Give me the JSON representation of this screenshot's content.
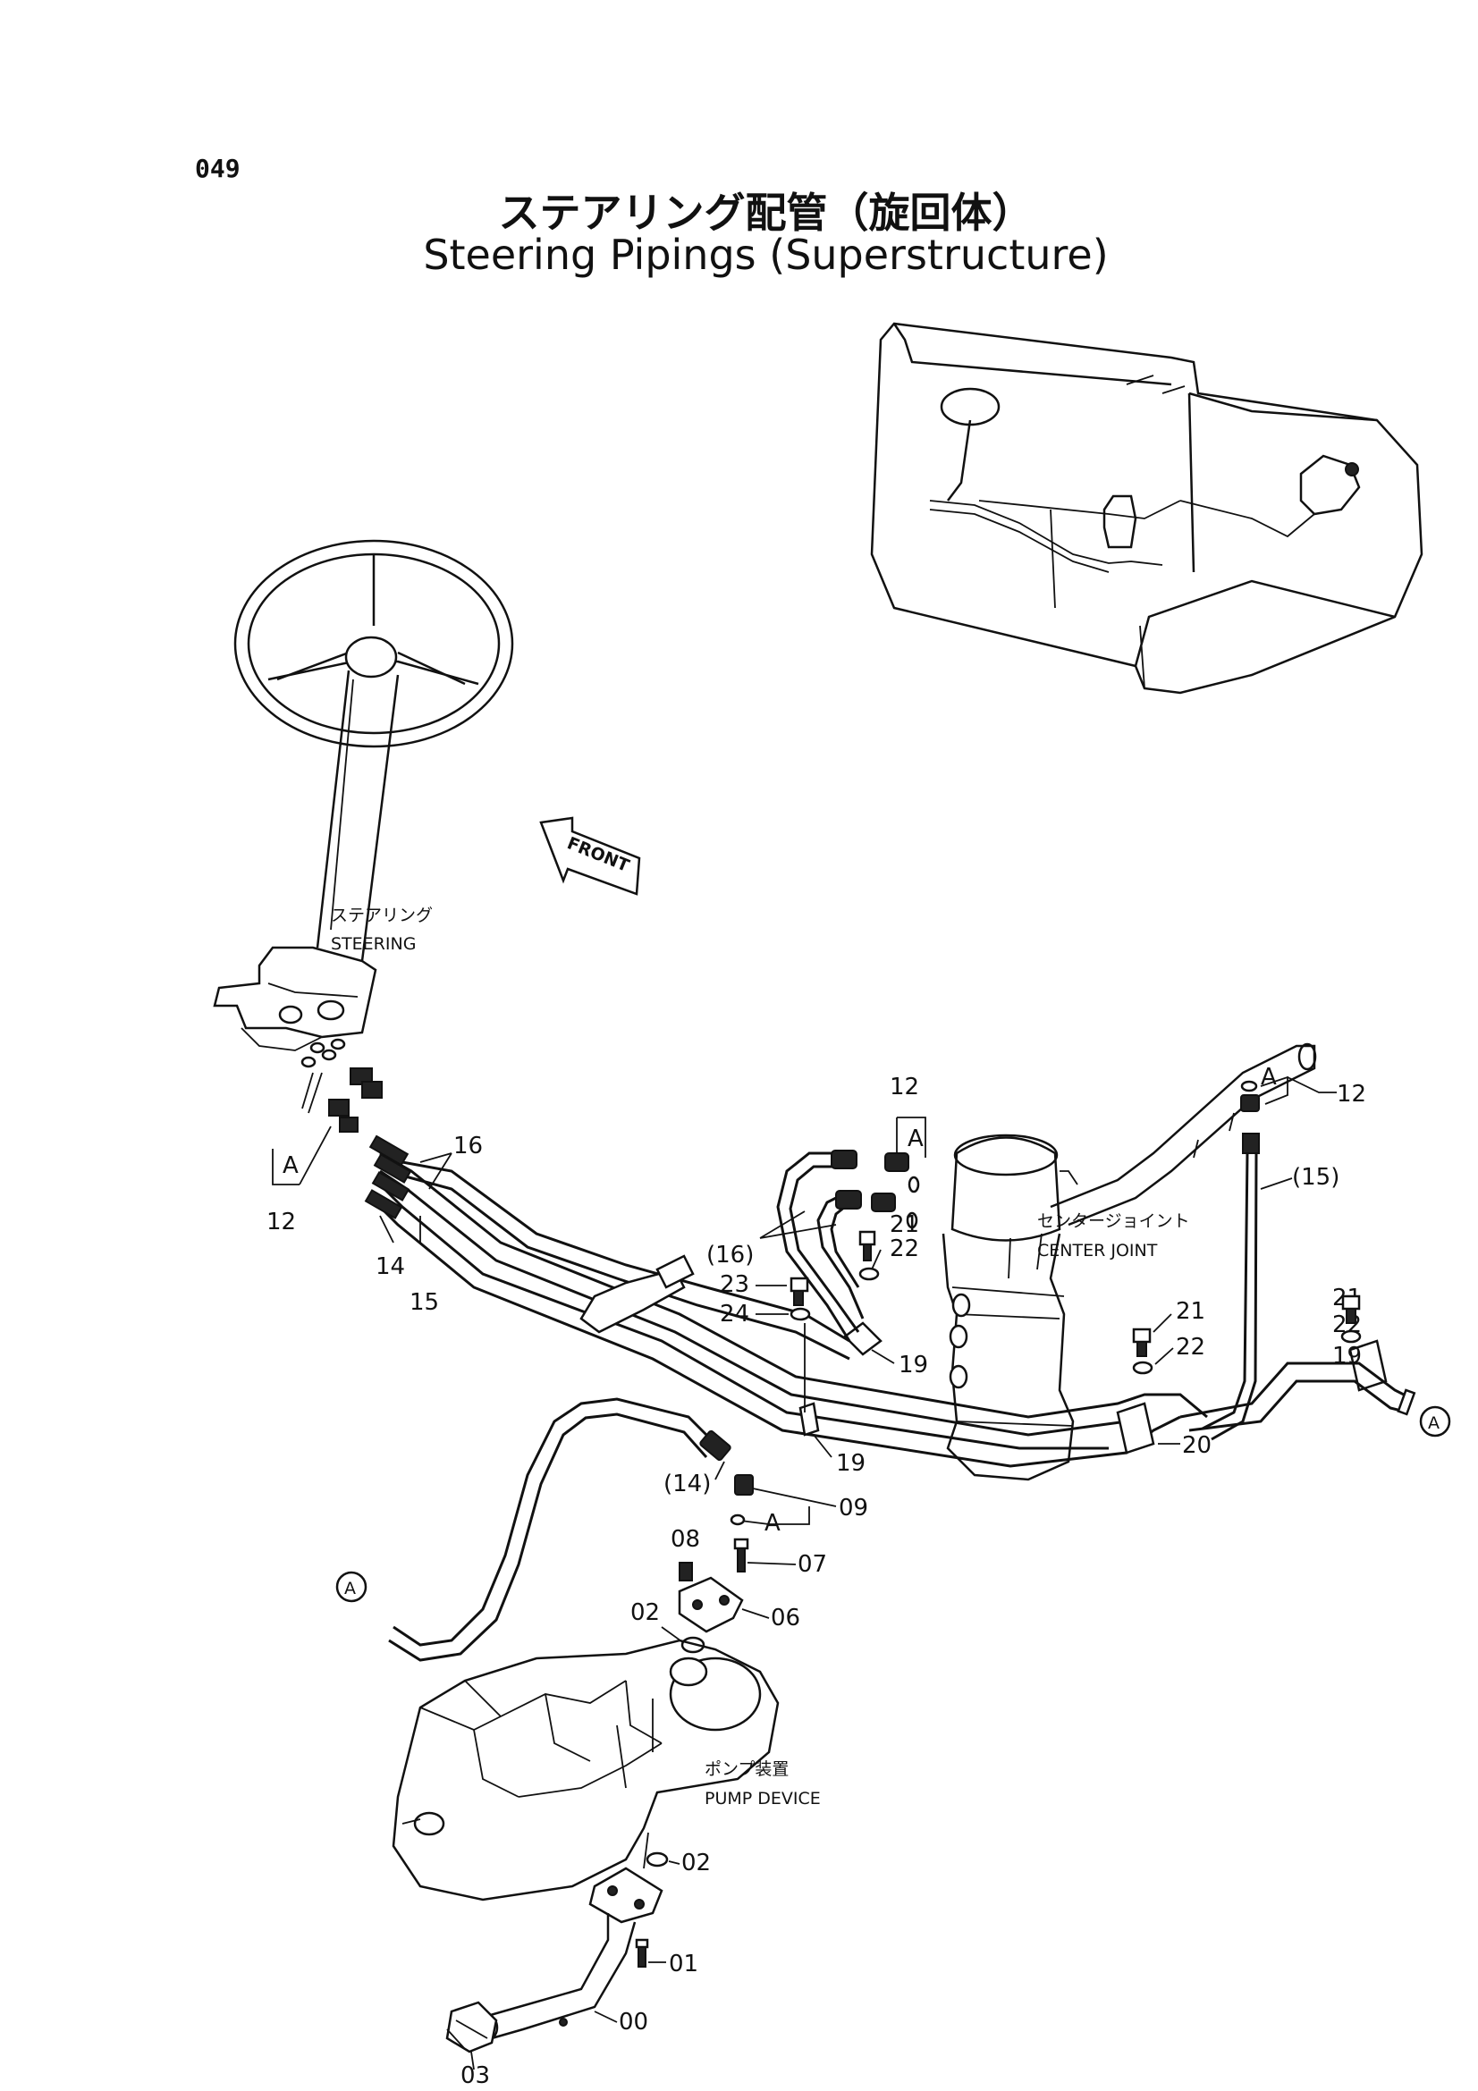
{
  "page_number": "049",
  "title_jp": "ステアリング配管（旋回体）",
  "title_en": "Steering Pipings (Superstructure)",
  "front_marker": "FRONT",
  "components": [
    {
      "id": "steering",
      "label_jp": "ステアリング",
      "label_en": "STEERING"
    },
    {
      "id": "center-joint",
      "label_jp": "センタージョイント",
      "label_en": "CENTER JOINT"
    },
    {
      "id": "pump-device",
      "label_jp": "ポンプ装置",
      "label_en": "PUMP DEVICE"
    }
  ],
  "detail_marker": "A",
  "callouts": {
    "c12_left": "12",
    "a_left": "A",
    "c14": "14",
    "c15": "15",
    "c16": "16",
    "c12_mid": "12",
    "a_mid": "A",
    "c16_paren": "(16)",
    "c21_mid": "21",
    "c22_mid": "22",
    "c23": "23",
    "c24": "24",
    "c19_top": "19",
    "c19_bottom": "19",
    "c12_right": "12",
    "a_right": "A",
    "c15_paren": "(15)",
    "c21_right": "21",
    "c22_right": "22",
    "c19_right": "19",
    "c21_center": "21",
    "c22_center": "22",
    "c20": "20",
    "circ_a_right": "A",
    "c14_paren": "(14)",
    "c09": "09",
    "a_pump": "A",
    "c08": "08",
    "c07": "07",
    "c02_top": "02",
    "c06": "06",
    "circ_a_left": "A",
    "c02_bottom": "02",
    "c01": "01",
    "c00": "00",
    "c03": "03"
  }
}
